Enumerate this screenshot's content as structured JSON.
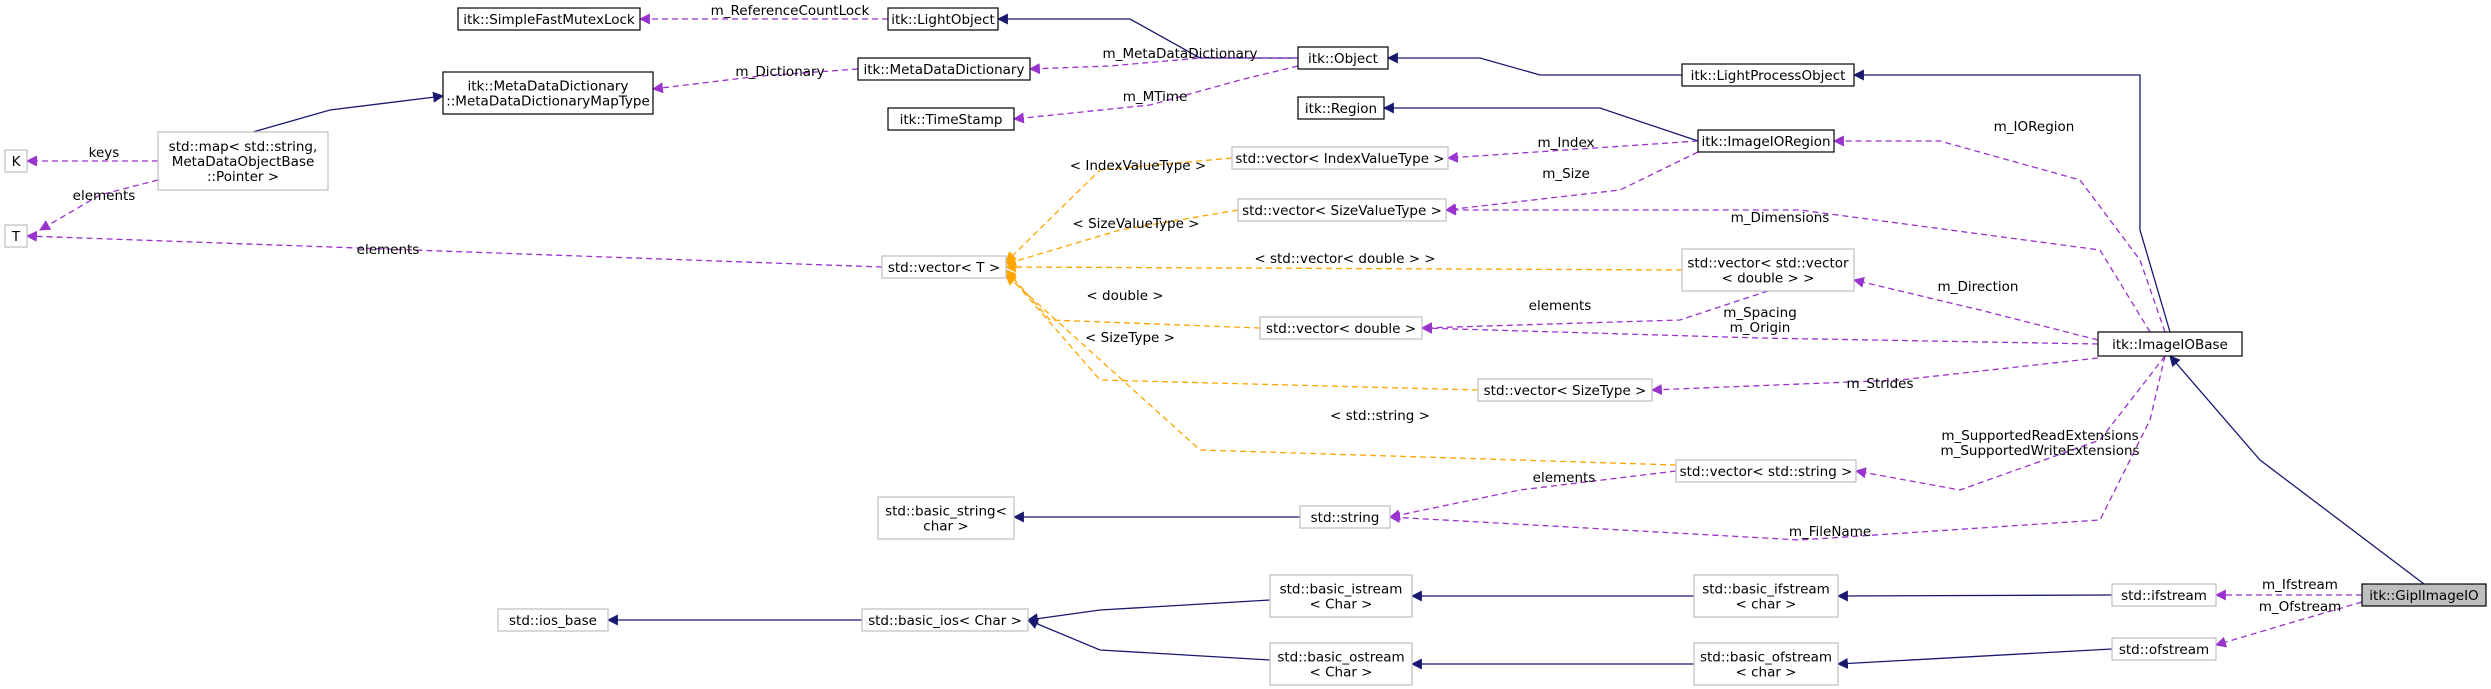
{
  "colors": {
    "inherit": "#191970",
    "member": "#9a32cd",
    "template": "#ffa500",
    "border_black": "#000000",
    "border_gray": "#bfbfbf",
    "highlight_fill": "#bfbfbf"
  },
  "nodes": [
    {
      "id": "simpleFastMutexLock",
      "lines": [
        "itk::SimpleFastMutexLock"
      ],
      "border": "black"
    },
    {
      "id": "lightObject",
      "lines": [
        "itk::LightObject"
      ],
      "border": "black"
    },
    {
      "id": "object",
      "lines": [
        "itk::Object"
      ],
      "border": "black"
    },
    {
      "id": "lightProcessObject",
      "lines": [
        "itk::LightProcessObject"
      ],
      "border": "black"
    },
    {
      "id": "metaDataDictionaryMapType",
      "lines": [
        "itk::MetaDataDictionary",
        "::MetaDataDictionaryMapType"
      ],
      "border": "black"
    },
    {
      "id": "metaDataDictionary",
      "lines": [
        "itk::MetaDataDictionary"
      ],
      "border": "black"
    },
    {
      "id": "timeStamp",
      "lines": [
        "itk::TimeStamp"
      ],
      "border": "black"
    },
    {
      "id": "region",
      "lines": [
        "itk::Region"
      ],
      "border": "black"
    },
    {
      "id": "imageIORegion",
      "lines": [
        "itk::ImageIORegion"
      ],
      "border": "black"
    },
    {
      "id": "K",
      "lines": [
        "K"
      ],
      "border": "gray"
    },
    {
      "id": "stdMap",
      "lines": [
        "std::map< std::string,",
        "MetaDataObjectBase",
        "::Pointer >"
      ],
      "border": "gray"
    },
    {
      "id": "T",
      "lines": [
        "T"
      ],
      "border": "gray"
    },
    {
      "id": "vecIndex",
      "lines": [
        "std::vector< IndexValueType >"
      ],
      "border": "gray"
    },
    {
      "id": "vecSize",
      "lines": [
        "std::vector< SizeValueType >"
      ],
      "border": "gray"
    },
    {
      "id": "vecT",
      "lines": [
        "std::vector< T >"
      ],
      "border": "gray"
    },
    {
      "id": "vecVecDouble",
      "lines": [
        "std::vector< std::vector",
        "< double > >"
      ],
      "border": "gray"
    },
    {
      "id": "vecDouble",
      "lines": [
        "std::vector< double >"
      ],
      "border": "gray"
    },
    {
      "id": "imageIOBase",
      "lines": [
        "itk::ImageIOBase"
      ],
      "border": "black"
    },
    {
      "id": "vecSizeType",
      "lines": [
        "std::vector< SizeType >"
      ],
      "border": "gray"
    },
    {
      "id": "vecString",
      "lines": [
        "std::vector< std::string >"
      ],
      "border": "gray"
    },
    {
      "id": "basicString",
      "lines": [
        "std::basic_string<",
        "char >"
      ],
      "border": "gray"
    },
    {
      "id": "stdString",
      "lines": [
        "std::string"
      ],
      "border": "gray"
    },
    {
      "id": "basicIstream",
      "lines": [
        "std::basic_istream",
        "< Char >"
      ],
      "border": "gray"
    },
    {
      "id": "basicIfstream",
      "lines": [
        "std::basic_ifstream",
        "< char >"
      ],
      "border": "gray"
    },
    {
      "id": "ifstream",
      "lines": [
        "std::ifstream"
      ],
      "border": "gray"
    },
    {
      "id": "giplImageIO",
      "lines": [
        "itk::GiplImageIO"
      ],
      "border": "black",
      "highlight": true
    },
    {
      "id": "iosBase",
      "lines": [
        "std::ios_base"
      ],
      "border": "gray"
    },
    {
      "id": "basicIos",
      "lines": [
        "std::basic_ios< Char >"
      ],
      "border": "gray"
    },
    {
      "id": "basicOstream",
      "lines": [
        "std::basic_ostream",
        "< Char >"
      ],
      "border": "gray"
    },
    {
      "id": "basicOfstream",
      "lines": [
        "std::basic_ofstream",
        "< char >"
      ],
      "border": "gray"
    },
    {
      "id": "ofstream",
      "lines": [
        "std::ofstream"
      ],
      "border": "gray"
    }
  ],
  "edges": [
    {
      "id": "e-mutex",
      "from": "lightObject",
      "to": "simpleFastMutexLock",
      "kind": "member",
      "label": [
        "m_ReferenceCountLock"
      ]
    },
    {
      "id": "e-lo-obj",
      "from": "object",
      "to": "lightObject",
      "kind": "inherit",
      "label": []
    },
    {
      "id": "e-obj-lpo",
      "from": "lightProcessObject",
      "to": "object",
      "kind": "inherit",
      "label": []
    },
    {
      "id": "e-mdd",
      "from": "object",
      "to": "metaDataDictionary",
      "kind": "member",
      "label": [
        "m_MetaDataDictionary"
      ]
    },
    {
      "id": "e-mtime",
      "from": "object",
      "to": "timeStamp",
      "kind": "member",
      "label": [
        "m_MTime"
      ]
    },
    {
      "id": "e-dict",
      "from": "metaDataDictionary",
      "to": "metaDataDictionaryMapType",
      "kind": "member",
      "label": [
        "m_Dictionary"
      ]
    },
    {
      "id": "e-map-type",
      "from": "stdMap",
      "to": "metaDataDictionaryMapType",
      "kind": "inherit",
      "label": []
    },
    {
      "id": "e-keys",
      "from": "stdMap",
      "to": "K",
      "kind": "member",
      "label": [
        "keys"
      ]
    },
    {
      "id": "e-map-T",
      "from": "stdMap",
      "to": "T",
      "kind": "member",
      "label": [
        "elements"
      ]
    },
    {
      "id": "e-vecT-T",
      "from": "vecT",
      "to": "T",
      "kind": "member",
      "label": [
        "elements"
      ]
    },
    {
      "id": "e-region",
      "from": "imageIORegion",
      "to": "region",
      "kind": "inherit",
      "label": []
    },
    {
      "id": "e-index",
      "from": "imageIORegion",
      "to": "vecIndex",
      "kind": "member",
      "label": [
        "m_Index"
      ]
    },
    {
      "id": "e-size",
      "from": "imageIORegion",
      "to": "vecSize",
      "kind": "member",
      "label": [
        "m_Size"
      ]
    },
    {
      "id": "e-ioregion",
      "from": "imageIOBase",
      "to": "imageIORegion",
      "kind": "member",
      "label": [
        "m_IORegion"
      ]
    },
    {
      "id": "e-lpo-iob",
      "from": "imageIOBase",
      "to": "lightProcessObject",
      "kind": "inherit",
      "label": []
    },
    {
      "id": "e-dims",
      "from": "imageIOBase",
      "to": "vecSize",
      "kind": "member",
      "label": [
        "m_Dimensions"
      ]
    },
    {
      "id": "e-t-index",
      "from": "vecIndex",
      "to": "vecT",
      "kind": "template",
      "label": [
        "< IndexValueType >"
      ]
    },
    {
      "id": "e-t-size",
      "from": "vecSize",
      "to": "vecT",
      "kind": "template",
      "label": [
        "< SizeValueType >"
      ]
    },
    {
      "id": "e-t-vvd",
      "from": "vecVecDouble",
      "to": "vecT",
      "kind": "template",
      "label": [
        "< std::vector< double > >"
      ]
    },
    {
      "id": "e-t-double",
      "from": "vecDouble",
      "to": "vecT",
      "kind": "template",
      "label": [
        "< double >"
      ]
    },
    {
      "id": "e-t-sizetype",
      "from": "vecSizeType",
      "to": "vecT",
      "kind": "template",
      "label": [
        "< SizeType >"
      ]
    },
    {
      "id": "e-t-string",
      "from": "vecString",
      "to": "vecT",
      "kind": "template",
      "label": [
        "< std::string >"
      ]
    },
    {
      "id": "e-direction",
      "from": "imageIOBase",
      "to": "vecVecDouble",
      "kind": "member",
      "label": [
        "m_Direction"
      ]
    },
    {
      "id": "e-vvd-elems",
      "from": "vecVecDouble",
      "to": "vecDouble",
      "kind": "member",
      "label": [
        "elements"
      ]
    },
    {
      "id": "e-spacing",
      "from": "imageIOBase",
      "to": "vecDouble",
      "kind": "member",
      "label": [
        "m_Spacing",
        "m_Origin"
      ]
    },
    {
      "id": "e-strides",
      "from": "imageIOBase",
      "to": "vecSizeType",
      "kind": "member",
      "label": [
        "m_Strides"
      ]
    },
    {
      "id": "e-ext",
      "from": "imageIOBase",
      "to": "vecString",
      "kind": "member",
      "label": [
        "m_SupportedReadExtensions",
        "m_SupportedWriteExtensions"
      ]
    },
    {
      "id": "e-vs-elems",
      "from": "vecString",
      "to": "stdString",
      "kind": "member",
      "label": [
        "elements"
      ]
    },
    {
      "id": "e-filename",
      "from": "imageIOBase",
      "to": "stdString",
      "kind": "member",
      "label": [
        "m_FileName"
      ]
    },
    {
      "id": "e-bs",
      "from": "stdString",
      "to": "basicString",
      "kind": "inherit",
      "label": []
    },
    {
      "id": "e-gipl-iob",
      "from": "giplImageIO",
      "to": "imageIOBase",
      "kind": "inherit",
      "label": []
    },
    {
      "id": "e-ifstream",
      "from": "giplImageIO",
      "to": "ifstream",
      "kind": "member",
      "label": [
        "m_Ifstream"
      ]
    },
    {
      "id": "e-ofstream",
      "from": "giplImageIO",
      "to": "ofstream",
      "kind": "member",
      "label": [
        "m_Ofstream"
      ]
    },
    {
      "id": "e-if-bif",
      "from": "ifstream",
      "to": "basicIfstream",
      "kind": "inherit",
      "label": []
    },
    {
      "id": "e-bif-bis",
      "from": "basicIfstream",
      "to": "basicIstream",
      "kind": "inherit",
      "label": []
    },
    {
      "id": "e-bis-bios",
      "from": "basicIstream",
      "to": "basicIos",
      "kind": "inherit",
      "label": []
    },
    {
      "id": "e-bios-base",
      "from": "basicIos",
      "to": "iosBase",
      "kind": "inherit",
      "label": []
    },
    {
      "id": "e-of-bof",
      "from": "ofstream",
      "to": "basicOfstream",
      "kind": "inherit",
      "label": []
    },
    {
      "id": "e-bof-bos",
      "from": "basicOfstream",
      "to": "basicOstream",
      "kind": "inherit",
      "label": []
    },
    {
      "id": "e-bos-bios",
      "from": "basicOstream",
      "to": "basicIos",
      "kind": "inherit",
      "label": []
    }
  ]
}
